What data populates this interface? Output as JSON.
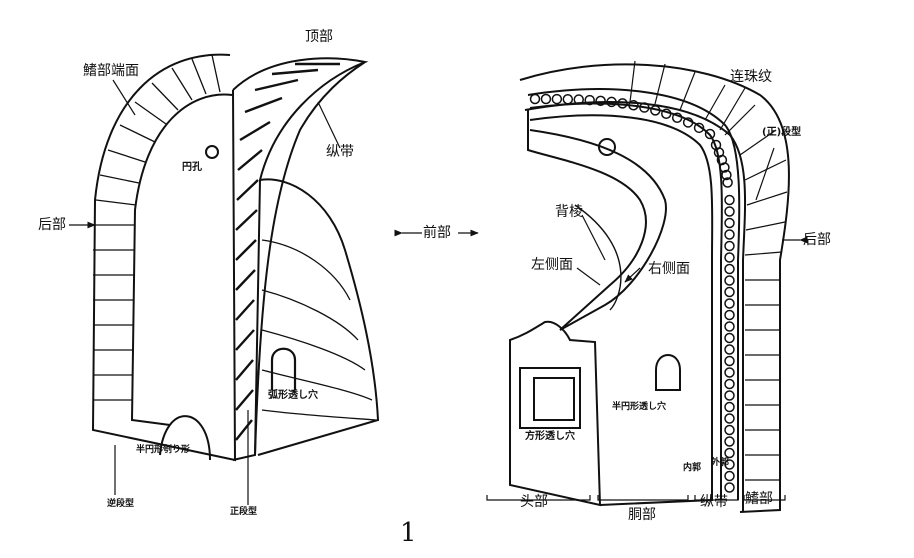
{
  "figure_number": "1",
  "left_figure": {
    "labels": {
      "top": "顶部",
      "end_face": "鰭部端面",
      "round_hole": "円孔",
      "longitudinal_band": "纵带",
      "rear": "后部",
      "arc_opening": "弧形透し穴",
      "semicircle_cut": "半円形刳り形",
      "reverse_step": "逆段型",
      "forward_step": "正段型"
    }
  },
  "center": {
    "front": "前部"
  },
  "right_figure": {
    "labels": {
      "bead_pattern": "连珠纹",
      "step_type": "(正)段型",
      "rear": "后部",
      "back_ridge": "背棱",
      "left_side": "左侧面",
      "right_side": "右侧面",
      "semicircle_opening": "半円形透し穴",
      "square_opening": "方形透し穴",
      "inner_rim": "内郭",
      "outer_rim": "外郭",
      "head": "头部",
      "body": "胴部",
      "band": "纵带",
      "fin": "鰭部"
    }
  },
  "colors": {
    "ink": "#111111",
    "paper": "#ffffff"
  }
}
